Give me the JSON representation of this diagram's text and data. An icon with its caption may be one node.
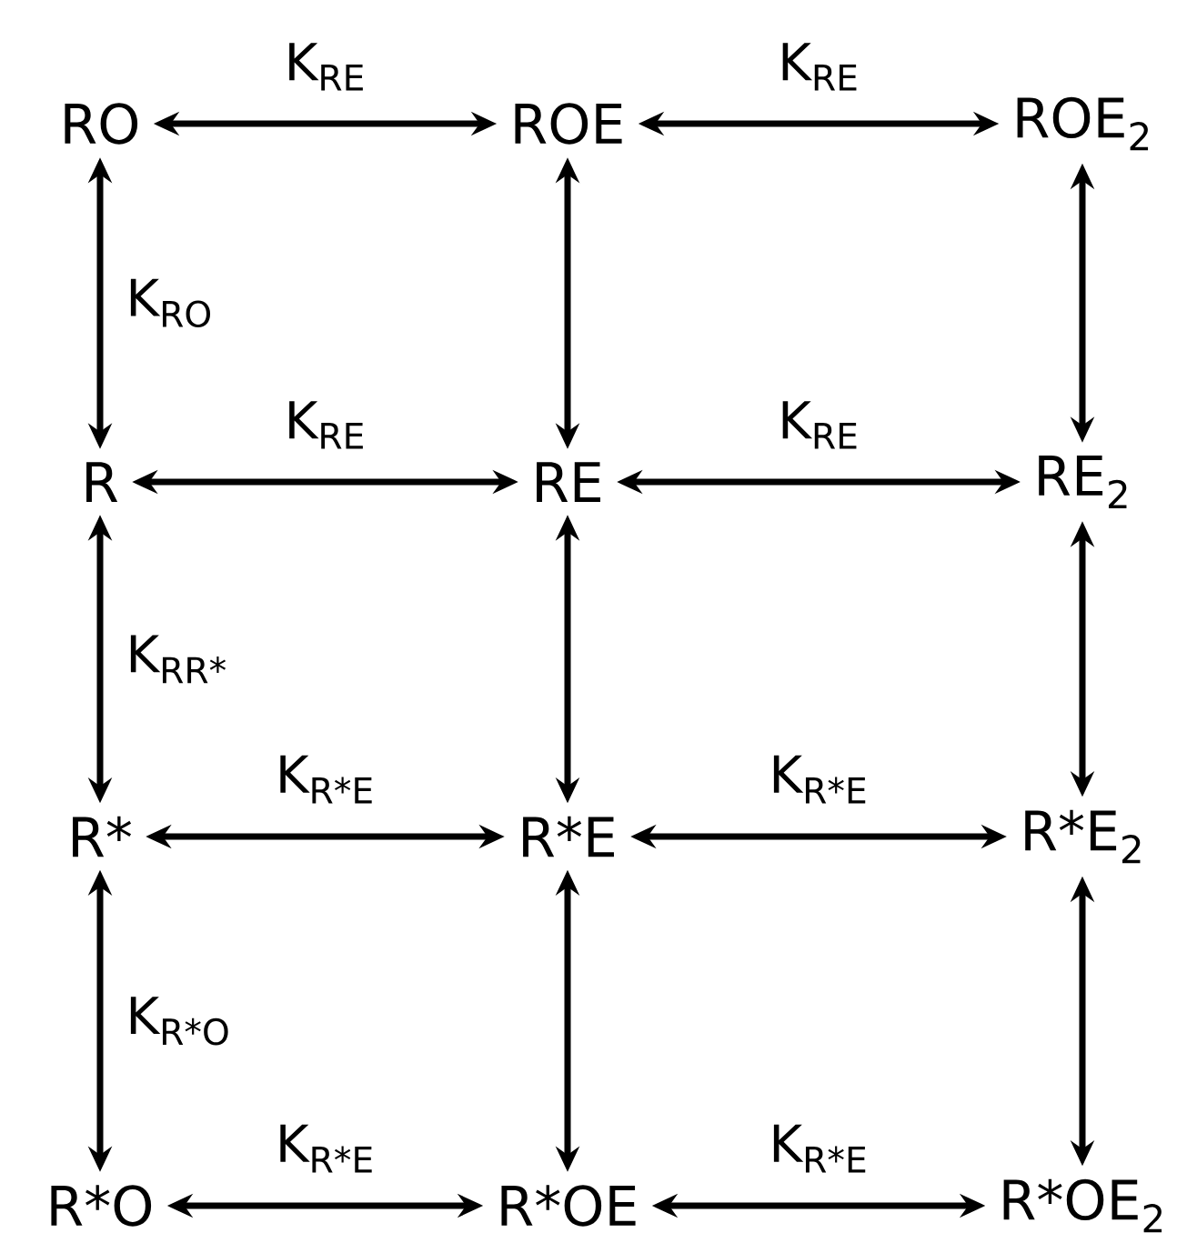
{
  "diagram": {
    "nodes": [
      {
        "text": [
          "RO"
        ]
      },
      {
        "text": [
          "ROE"
        ]
      },
      {
        "text": [
          "ROE$_{2}$"
        ]
      },
      {
        "text": [
          "R"
        ]
      },
      {
        "text": [
          "RE"
        ]
      },
      {
        "text": [
          "RE$_{2}$"
        ]
      },
      {
        "text": [
          "R*"
        ]
      },
      {
        "text": [
          "R*E"
        ]
      },
      {
        "text": [
          "R*E$_{2}$"
        ]
      },
      {
        "text": [
          "R*O"
        ]
      },
      {
        "text": [
          "R*OE"
        ]
      },
      {
        "text": [
          "R*OE$_{2}$"
        ]
      }
    ],
    "edges": [
      {
        "from": 0,
        "to": 1,
        "arrow": "both",
        "label": "K$_{RE}$"
      },
      {
        "from": 1,
        "to": 2,
        "arrow": "both",
        "label": "K$_{RE}$"
      },
      {
        "from": 0,
        "to": 3,
        "arrow": "both",
        "label": "K$_{RO}$"
      },
      {
        "from": 1,
        "to": 4,
        "arrow": "both"
      },
      {
        "from": 2,
        "to": 5,
        "arrow": "both"
      },
      {
        "from": 3,
        "to": 4,
        "arrow": "both",
        "label": "K$_{RE}$"
      },
      {
        "from": 4,
        "to": 5,
        "arrow": "both",
        "label": "K$_{RE}$"
      },
      {
        "from": 3,
        "to": 6,
        "arrow": "both",
        "label": "K$_{RR*}$"
      },
      {
        "from": 4,
        "to": 7,
        "arrow": "both"
      },
      {
        "from": 5,
        "to": 8,
        "arrow": "both"
      },
      {
        "from": 6,
        "to": 7,
        "arrow": "both",
        "label": "K$_{R*E}$"
      },
      {
        "from": 7,
        "to": 8,
        "arrow": "both",
        "label": "K$_{R*E}$"
      },
      {
        "from": 6,
        "to": 9,
        "arrow": "both",
        "label": "K$_{R*O}$"
      },
      {
        "from": 7,
        "to": 10,
        "arrow": "both"
      },
      {
        "from": 8,
        "to": 11,
        "arrow": "both"
      },
      {
        "from": 9,
        "to": 10,
        "arrow": "both",
        "label": "K$_{R*E}$"
      },
      {
        "from": 10,
        "to": 11,
        "arrow": "both",
        "label": "K$_{R*E}$"
      }
    ]
  }
}
